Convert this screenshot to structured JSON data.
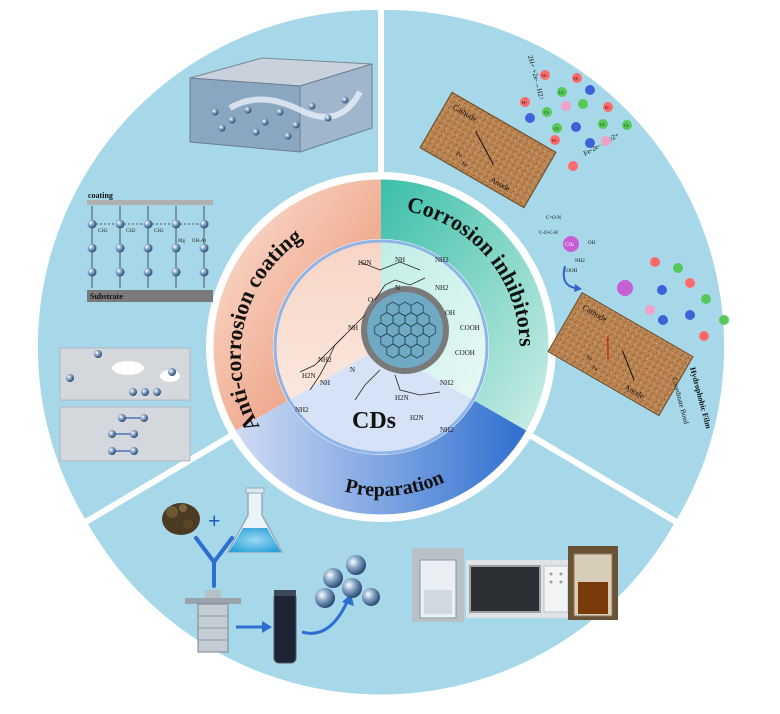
{
  "center": {
    "label": "CDs"
  },
  "ring": {
    "anti_corrosion": "Anti-corrosion coating",
    "corrosion_inhibitors": "Corrosion inhibitors",
    "preparation": "Preparation"
  },
  "molecule": {
    "groups": [
      "NH2",
      "NH2",
      "NH2",
      "NH2",
      "NH2",
      "NH2",
      "NH",
      "NH",
      "NH",
      "COOH",
      "COOH",
      "OH",
      "O",
      "N",
      "N",
      "H2N",
      "H2N",
      "H2N",
      "H2N"
    ]
  },
  "coating_panel": {
    "top_label": "coating",
    "bottom_label": "Substrate",
    "mol_labels": [
      "CH2",
      "CH2",
      "CH2",
      "Mg",
      "OH-Al"
    ]
  },
  "inhibitor_panel": {
    "reaction_top": "2H+ +2e-→H2↑",
    "reaction_mid": "Fe-2e-→Fe2+",
    "cathode": "Cathode",
    "anode": "Anode",
    "fe_labels": [
      "Fe",
      "Fe",
      "Fe",
      "Fe"
    ],
    "electrons": [
      "e",
      "e"
    ],
    "ions": [
      "H+",
      "Cl-",
      "H+",
      "Cl-",
      "H+",
      "H+",
      "Cl-",
      "H+",
      "Cl-",
      "Cl-",
      "H+",
      "Cl-",
      "Cl-",
      "H+",
      "H+",
      "Cl-",
      "H+",
      "Cl-",
      "Cl-"
    ],
    "cd_label": "CDs",
    "functional_groups": [
      "C=O-N",
      "C-O-C-H",
      "OH",
      "NH2",
      "COOH"
    ],
    "hydrophobic_film": "Hydrophobic Film",
    "coordinate_bond": "Coordinate Bond"
  },
  "colors": {
    "outer_ring": "#a8d9ea",
    "anti_corrosion": "#f2a88e",
    "corrosion_inhibitors": "#4ec4b0",
    "preparation": "#3f7fd6",
    "inner_circle": "#d8e6f6",
    "wood": "#b88653"
  }
}
